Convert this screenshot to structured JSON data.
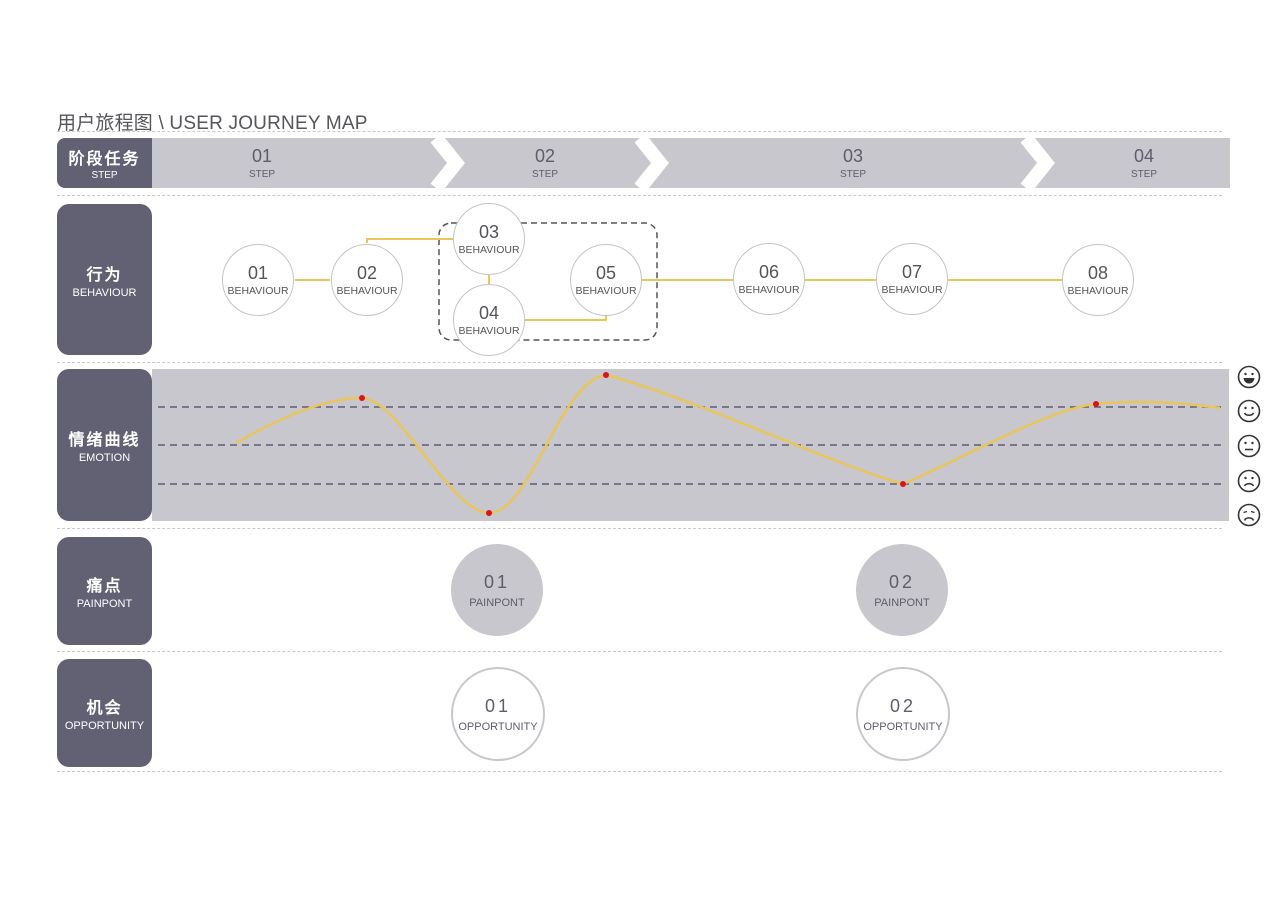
{
  "title": "用户旅程图 \\ USER JOURNEY MAP",
  "rows": {
    "step": {
      "cn": "阶段任务",
      "en": "STEP"
    },
    "behaviour": {
      "cn": "行为",
      "en": "BEHAVIOUR"
    },
    "emotion": {
      "cn": "情绪曲线",
      "en": "EMOTION"
    },
    "painpoint": {
      "cn": "痛点",
      "en": "PAINPONT"
    },
    "opportunity": {
      "cn": "机会",
      "en": "OPPORTUNITY"
    }
  },
  "steps": [
    {
      "num": "01",
      "label": "STEP"
    },
    {
      "num": "02",
      "label": "STEP"
    },
    {
      "num": "03",
      "label": "STEP"
    },
    {
      "num": "04",
      "label": "STEP"
    }
  ],
  "behaviours": [
    {
      "num": "01",
      "label": "BEHAVIOUR"
    },
    {
      "num": "02",
      "label": "BEHAVIOUR"
    },
    {
      "num": "03",
      "label": "BEHAVIOUR"
    },
    {
      "num": "04",
      "label": "BEHAVIOUR"
    },
    {
      "num": "05",
      "label": "BEHAVIOUR"
    },
    {
      "num": "06",
      "label": "BEHAVIOUR"
    },
    {
      "num": "07",
      "label": "BEHAVIOUR"
    },
    {
      "num": "08",
      "label": "BEHAVIOUR"
    }
  ],
  "painpoints": [
    {
      "num": "01",
      "label": "PAINPONT"
    },
    {
      "num": "02",
      "label": "PAINPONT"
    }
  ],
  "opportunities": [
    {
      "num": "01",
      "label": "OPPORTUNITY"
    },
    {
      "num": "02",
      "label": "OPPORTUNITY"
    }
  ],
  "emotion_scale_icons": [
    "very-happy-face-icon",
    "happy-face-icon",
    "neutral-face-icon",
    "sad-face-icon",
    "very-sad-face-icon"
  ],
  "colors": {
    "label_bg": "#626073",
    "band": "#c8c7cd",
    "curve": "#e8c65a",
    "point": "#d8141e",
    "text": "#5e5d6c"
  }
}
